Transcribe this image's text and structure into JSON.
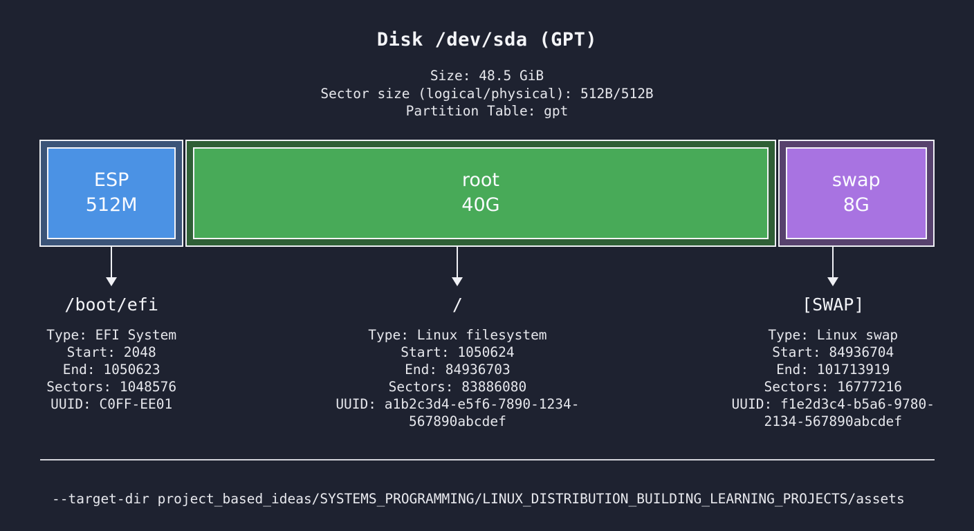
{
  "header": {
    "title": "Disk /dev/sda (GPT)",
    "meta": [
      "Size: 48.5 GiB",
      "Sector size (logical/physical): 512B/512B",
      "Partition Table: gpt"
    ]
  },
  "partitions": [
    {
      "label": "ESP",
      "size": "512M",
      "mount": "/boot/efi",
      "colors": {
        "fill": "#4b92e4",
        "cell": "#3b5478"
      },
      "details": [
        "Type: EFI System",
        "Start: 2048",
        "End: 1050623",
        "Sectors: 1048576",
        "UUID: C0FF-EE01"
      ]
    },
    {
      "label": "root",
      "size": "40G",
      "mount": "/",
      "colors": {
        "fill": "#48aa58",
        "cell": "#2f5f36"
      },
      "details": [
        "Type: Linux filesystem",
        "Start: 1050624",
        "End: 84936703",
        "Sectors: 83886080",
        "UUID: a1b2c3d4-e5f6-7890-1234-",
        "567890abcdef"
      ]
    },
    {
      "label": "swap",
      "size": "8G",
      "mount": "[SWAP]",
      "colors": {
        "fill": "#a873e1",
        "cell": "#57426d"
      },
      "details": [
        "Type: Linux swap",
        "Start: 84936704",
        "End: 101713919",
        "Sectors: 16777216",
        "UUID: f1e2d3c4-b5a6-9780-",
        "2134-567890abcdef"
      ]
    }
  ],
  "footer": {
    "command": "--target-dir project_based_ideas/SYSTEMS_PROGRAMMING/LINUX_DISTRIBUTION_BUILDING_LEARNING_PROJECTS/assets"
  }
}
